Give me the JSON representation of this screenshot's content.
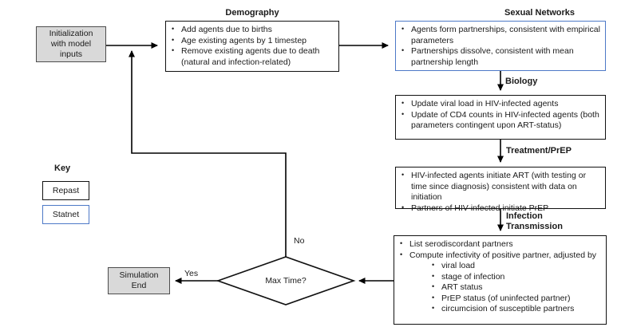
{
  "titles": {
    "demography": "Demography",
    "sexual_networks": "Sexual Networks",
    "biology": "Biology",
    "treatment": "Treatment/PrEP",
    "infection": "Infection\nTransmission"
  },
  "nodes": {
    "initialization": "Initialization\nwith model\ninputs",
    "simulation_end": "Simulation\nEnd",
    "decision": "Max Time?"
  },
  "edge_labels": {
    "no": "No",
    "yes": "Yes"
  },
  "key": {
    "title": "Key",
    "repast": "Repast",
    "statnet": "Statnet"
  },
  "boxes": {
    "demography": {
      "items": [
        "Add agents due to births",
        "Age existing agents by 1 timestep",
        "Remove existing agents due to death (natural and infection-related)"
      ]
    },
    "sexual_networks": {
      "items": [
        "Agents form partnerships, consistent with empirical parameters",
        "Partnerships dissolve, consistent with mean partnership length"
      ]
    },
    "biology": {
      "items": [
        "Update viral load in HIV-infected agents",
        "Update of CD4 counts in HIV-infected agents (both parameters contingent upon ART-status)"
      ]
    },
    "treatment": {
      "items": [
        "HIV-infected agents initiate ART (with testing or time since diagnosis) consistent with data on initiation",
        "Partners of HIV-infected initiate PrEP"
      ]
    },
    "infection": {
      "items": [
        "List serodiscordant partners",
        "Compute infectivity of positive partner, adjusted by"
      ],
      "subitems": [
        "viral load",
        "stage of infection",
        "ART status",
        "PrEP status (of uninfected partner)",
        "circumcision of susceptible partners"
      ]
    }
  },
  "colors": {
    "accent_blue": "#4d79c7",
    "gray_fill": "#d9d9d9",
    "line_black": "#000000"
  }
}
